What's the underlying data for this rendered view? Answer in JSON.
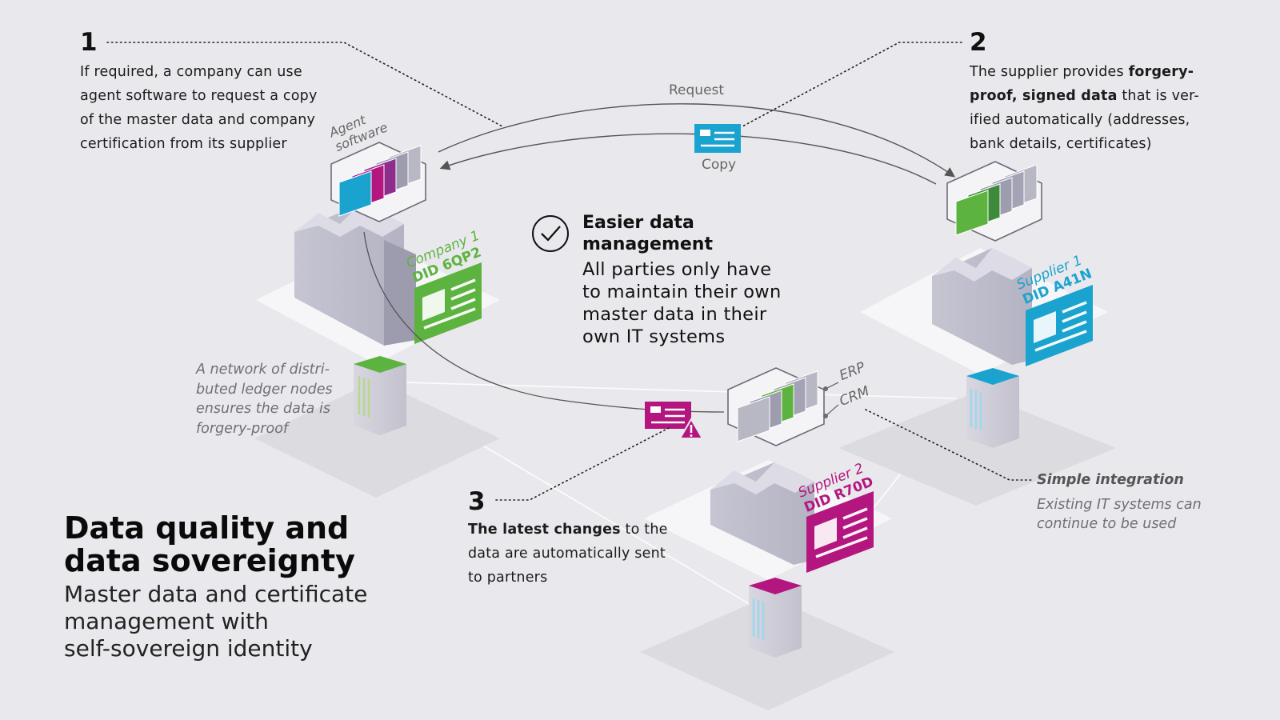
{
  "title": {
    "main_line1": "Data quality and",
    "main_line2": "data sovereignty",
    "sub_line1": "Master data and certificate",
    "sub_line2": "management with",
    "sub_line3": "self-sovereign identity"
  },
  "step1": {
    "number": "1",
    "lines": [
      "If required, a company can use",
      "agent software to request a copy",
      "of the master data and company",
      "certification from its supplier"
    ]
  },
  "step2": {
    "number": "2",
    "line1_pre": "The supplier provides ",
    "line1_bold": "forgery-",
    "line2_bold": "proof, signed data",
    "line2_post": " that is ver-",
    "line3": "ified automatically (addresses,",
    "line4": "bank details, certificates)"
  },
  "step3": {
    "number": "3",
    "line1_bold": "The latest changes",
    "line1_post": " to the",
    "line2": "data are automatically sent",
    "line3": "to partners"
  },
  "center": {
    "heading_line1": "Easier data",
    "heading_line2": "management",
    "lines": [
      "All parties only have",
      "to maintain their own",
      "master data in their",
      "own IT systems"
    ]
  },
  "arrows": {
    "request": "Request",
    "copy": "Copy"
  },
  "agent_label_line1": "Agent",
  "agent_label_line2": "software",
  "ledger_note": [
    "A network of distri-",
    "buted ledger nodes",
    "ensures the data is",
    "forgery-proof"
  ],
  "integration": {
    "heading": "Simple integration",
    "line1": "Existing IT systems can",
    "line2": "continue to be used"
  },
  "systems": {
    "erp": "ERP",
    "crm": "CRM"
  },
  "companies": {
    "company1": {
      "name": "Company 1",
      "did": "DID 6QP2",
      "color": "#5db33f"
    },
    "supplier1": {
      "name": "Supplier 1",
      "did": "DID A41N",
      "color": "#1aa3cf"
    },
    "supplier2": {
      "name": "Supplier 2",
      "did": "DID R70D",
      "color": "#b3177f"
    }
  }
}
